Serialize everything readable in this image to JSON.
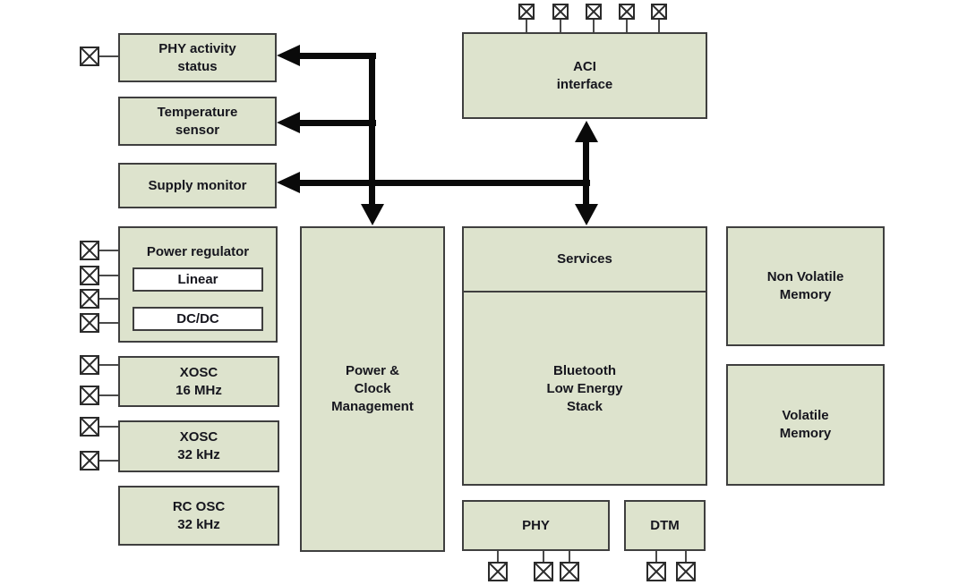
{
  "colors": {
    "block_fill": "#dde3cd",
    "block_border": "#3f3f3f",
    "subblock_fill": "#ffffff",
    "arrow": "#0a0a0a",
    "text": "#16161e"
  },
  "blocks": {
    "phy_activity_status": "PHY activity\nstatus",
    "temperature_sensor": "Temperature\nsensor",
    "supply_monitor": "Supply monitor",
    "power_regulator": "Power regulator",
    "linear": "Linear",
    "dcdc": "DC/DC",
    "xosc_16mhz": "XOSC\n16 MHz",
    "xosc_32khz": "XOSC\n32 kHz",
    "rc_osc_32khz": "RC OSC\n32 kHz",
    "power_clock_management": "Power &\nClock\nManagement",
    "aci_interface": "ACI\ninterface",
    "services": "Services",
    "ble_stack": "Bluetooth\nLow Energy\nStack",
    "non_volatile_memory": "Non Volatile\nMemory",
    "volatile_memory": "Volatile\nMemory",
    "phy": "PHY",
    "dtm": "DTM"
  }
}
